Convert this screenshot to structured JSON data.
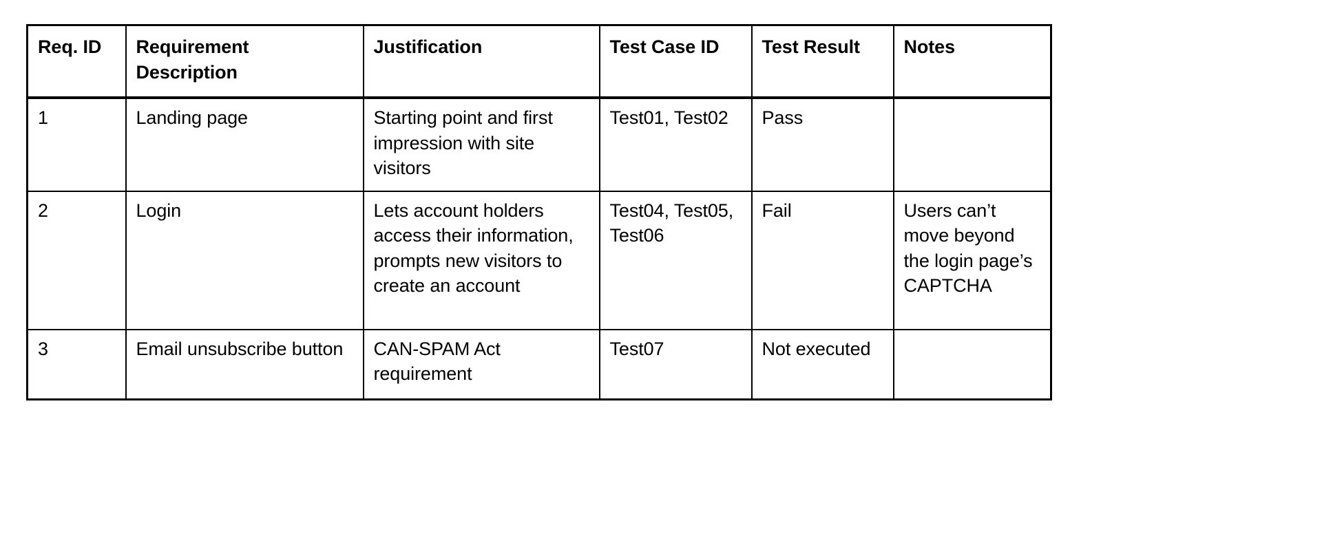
{
  "document": {
    "type": "requirements-traceability-matrix",
    "background_color": "#ffffff",
    "text_color": "#000000",
    "border_color": "#000000"
  },
  "table": {
    "columns": [
      {
        "key": "req_id",
        "header": "Req. ID"
      },
      {
        "key": "description",
        "header": "Requirement Description"
      },
      {
        "key": "justification",
        "header": "Justification"
      },
      {
        "key": "test_case_id",
        "header": "Test Case ID"
      },
      {
        "key": "test_result",
        "header": "Test Result"
      },
      {
        "key": "notes",
        "header": "Notes"
      }
    ],
    "headers": {
      "req_id": "Req. ID",
      "description": "Requirement Description",
      "justification": "Justification",
      "test_case_id": "Test Case ID",
      "test_result": "Test Result",
      "notes": "Notes"
    },
    "rows": [
      {
        "req_id": "1",
        "description": "Landing page",
        "justification": "Starting point and first impression with site visitors",
        "test_case_id": "Test01, Test02",
        "test_result": "Pass",
        "notes": ""
      },
      {
        "req_id": "2",
        "description": "Login",
        "justification": "Lets account holders access their information, prompts new visitors to create an account",
        "test_case_id": "Test04, Test05, Test06",
        "test_result": "Fail",
        "notes": "Users can’t move beyond the login page’s CAPTCHA"
      },
      {
        "req_id": "3",
        "description": "Email unsubscribe button",
        "justification": "CAN-SPAM Act requirement",
        "test_case_id": "Test07",
        "test_result": "Not executed",
        "notes": ""
      }
    ]
  }
}
